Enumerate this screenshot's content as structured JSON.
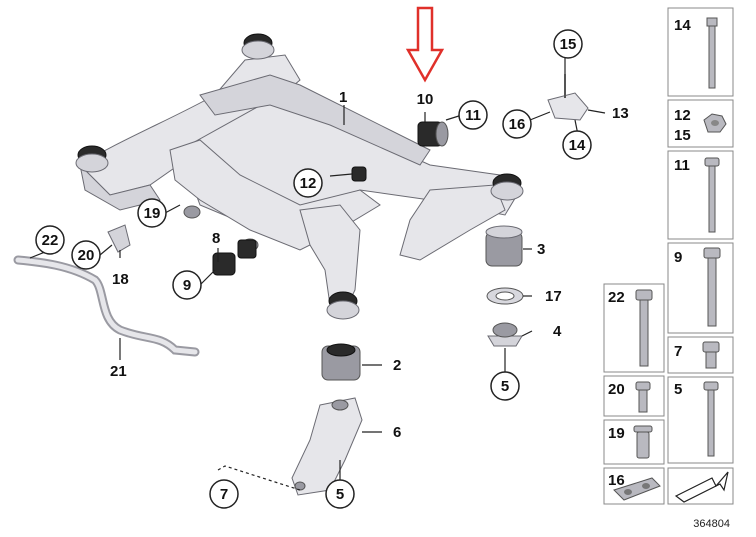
{
  "callouts": {
    "c1": "1",
    "c2": "2",
    "c3": "3",
    "c4": "4",
    "c5a": "5",
    "c5b": "5",
    "c6": "6",
    "c7": "7",
    "c8": "8",
    "c9": "9",
    "c10": "10",
    "c11": "11",
    "c12": "12",
    "c13": "13",
    "c14": "14",
    "c15": "15",
    "c16": "16",
    "c17": "17",
    "c18": "18",
    "c19": "19",
    "c20": "20",
    "c21": "21",
    "c22": "22"
  },
  "side_panel": {
    "p14": "14",
    "p12": "12",
    "p15": "15",
    "p11": "11",
    "p9": "9",
    "p22": "22",
    "p7": "7",
    "p20": "20",
    "p5": "5",
    "p19": "19",
    "p16": "16"
  },
  "diagram_code": "364804",
  "indicator": {
    "color": "#e0302a",
    "icon": "down-arrow-icon"
  },
  "colors": {
    "frame": "#e6e6ea",
    "rubber": "#2a2a2a",
    "steel": "#b9b9c0"
  }
}
